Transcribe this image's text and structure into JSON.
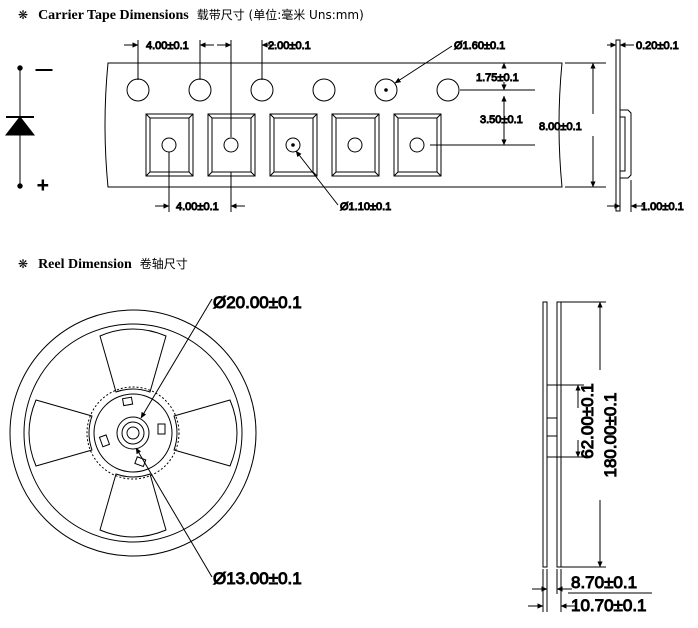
{
  "tape_section": {
    "bullet": "❋",
    "title": "Carrier Tape Dimensions",
    "subtitle": "载带尺寸 (单位:毫米 Uns:mm)",
    "polarity_minus": "—",
    "polarity_plus": "+",
    "dims": {
      "pitch_top": "4.00±0.1",
      "hole_pitch": "2.00±0.1",
      "hole_dia": "Ø1.60±0.1",
      "edge_offset": "1.75±0.1",
      "center_offset": "3.50±0.1",
      "tape_width": "8.00±0.1",
      "thickness": "0.20±0.1",
      "pocket_depth": "1.00±0.1",
      "pitch_bottom": "4.00±0.1",
      "pocket_hole_dia": "Ø1.10±0.1"
    }
  },
  "reel_section": {
    "bullet": "❋",
    "title": "Reel Dimension",
    "subtitle": "卷轴尺寸",
    "dims": {
      "hub_dia": "Ø20.00±0.1",
      "arbor_dia": "Ø13.00±0.1",
      "hub_height": "62.00±0.1",
      "reel_dia": "180.00±0.1",
      "inner_width": "8.70±0.1",
      "outer_width": "10.70±0.1"
    }
  }
}
